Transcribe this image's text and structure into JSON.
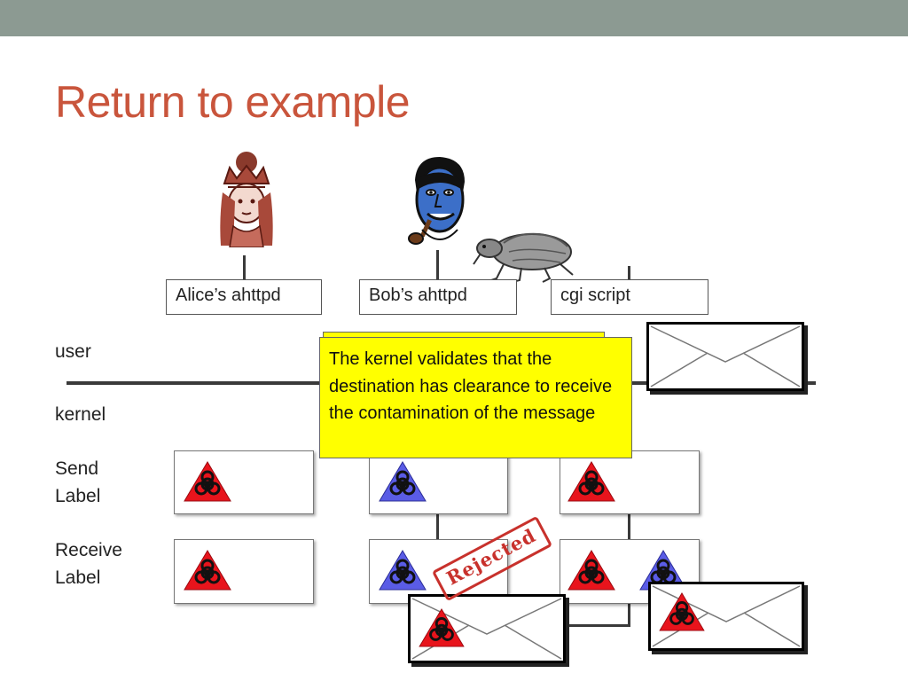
{
  "slide": {
    "title": "Return to example",
    "accent_color": "#c9553c",
    "topbar_color": "#8c9a92"
  },
  "rows": {
    "user": "user",
    "kernel": "kernel",
    "send": "Send\nLabel",
    "receive": "Receive\nLabel"
  },
  "processes": [
    {
      "label": "Alice’s ahttpd",
      "owner_icon": "alice-queen-icon"
    },
    {
      "label": "Bob’s ahttpd",
      "owner_icon": "bob-pipe-man-icon"
    },
    {
      "label": "cgi script",
      "owner_icon": "flea-bug-icon"
    }
  ],
  "callout": {
    "text": "The kernel validates that the destination has  clearance to receive the contamination of the message",
    "color": "#ffff00"
  },
  "stamp": {
    "text": "Rejected",
    "color": "#c8312c"
  },
  "hazard_colors": {
    "red": "#e8141c",
    "blue": "#5a5ce6"
  }
}
